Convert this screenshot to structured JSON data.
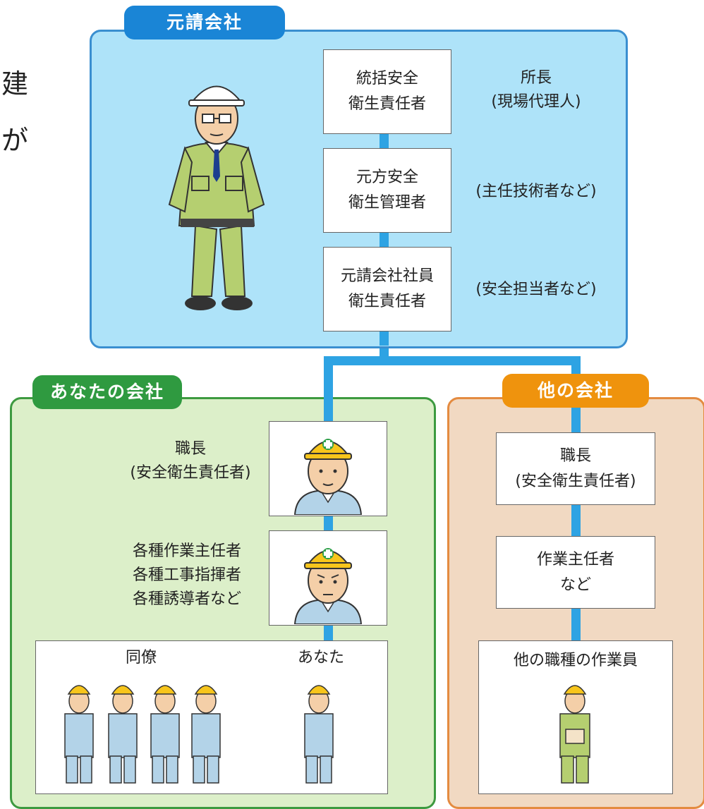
{
  "side_text": [
    "建",
    "が"
  ],
  "prime": {
    "tab": "元請会社",
    "roles": [
      {
        "lines": [
          "統括安全",
          "衛生責任者"
        ],
        "note_lines": [
          "所長",
          "(現場代理人)"
        ]
      },
      {
        "lines": [
          "元方安全",
          "衛生管理者"
        ],
        "note_lines": [
          "(主任技術者など)"
        ]
      },
      {
        "lines": [
          "元請会社社員",
          "衛生責任者"
        ],
        "note_lines": [
          "(安全担当者など)"
        ]
      }
    ]
  },
  "yours": {
    "tab": "あなたの会社",
    "foreman": {
      "lines": [
        "職長",
        "(安全衛生責任者)"
      ]
    },
    "chiefs": {
      "lines": [
        "各種作業主任者",
        "各種工事指揮者",
        "各種誘導者など"
      ]
    },
    "colleagues_label": "同僚",
    "you_label": "あなた"
  },
  "other": {
    "tab": "他の会社",
    "foreman": {
      "lines": [
        "職長",
        "(安全衛生責任者)"
      ]
    },
    "chief": {
      "lines": [
        "作業主任者",
        "など"
      ]
    },
    "workers_label": "他の職種の作業員"
  },
  "colors": {
    "prime_bg": "#aee3f9",
    "prime_tab": "#1a85d6",
    "yours_bg": "#dcefc9",
    "yours_tab": "#2f9a40",
    "other_bg": "#f1d9c2",
    "other_tab": "#ef930d",
    "connector": "#2ea3e3",
    "helmet_white": "#ffffff",
    "helmet_yellow": "#f7c51c"
  }
}
